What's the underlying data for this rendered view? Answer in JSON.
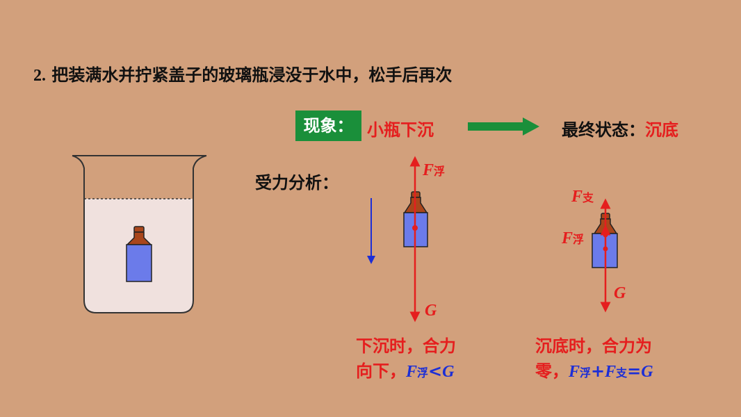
{
  "slide": {
    "title_num": "2.",
    "title_text": "把装满水并拧紧盖子的玻璃瓶浸没于水中，松手后再次",
    "phenomenon_label": "现象：",
    "phenomenon_value": "小瓶下沉",
    "final_state_label": "最终状态：",
    "final_state_value": "沉底",
    "force_analysis_label": "受力分析："
  },
  "diagram_sinking": {
    "buoyancy_symbol": "F",
    "buoyancy_sub": "浮",
    "gravity_symbol": "G"
  },
  "diagram_bottom": {
    "support_symbol": "F",
    "support_sub": "支",
    "buoyancy_symbol": "F",
    "buoyancy_sub": "浮",
    "gravity_symbol": "G"
  },
  "conclusion_sinking": {
    "line1": "下沉时，合力",
    "line2_prefix": "向下，",
    "f": "F",
    "f_sub": "浮",
    "relation": "<",
    "g": "G"
  },
  "conclusion_bottom": {
    "line1": "沉底时，合力为",
    "line2_prefix": "零，",
    "f1": "F",
    "f1_sub": "浮",
    "plus": "+",
    "f2": "F",
    "f2_sub": "支",
    "eq": "=",
    "g": "G"
  },
  "colors": {
    "background": "#D2A07C",
    "label_green": "#1A8F3A",
    "force_red": "#E51E1E",
    "motion_blue": "#1C2ED6",
    "bottle_body": "#6B7BEA",
    "bottle_cap": "#A9461B",
    "water": "#F0E1DE"
  }
}
